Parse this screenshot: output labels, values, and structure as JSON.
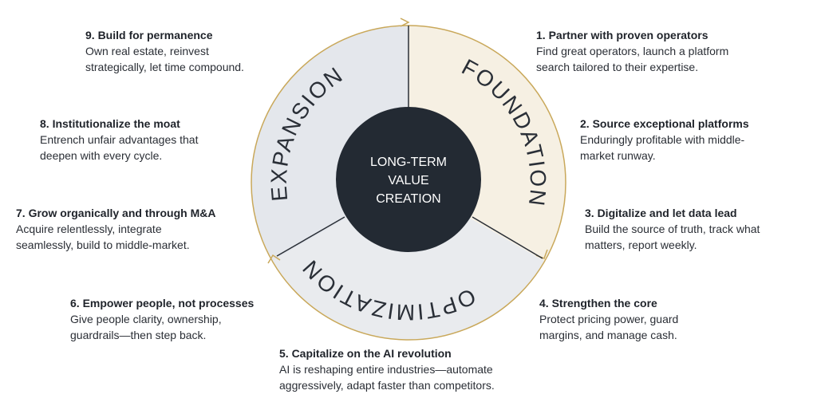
{
  "center": {
    "line1": "LONG-TERM",
    "line2": "VALUE",
    "line3": "CREATION"
  },
  "segments": {
    "foundation": "FOUNDATION",
    "optimization": "OPTIMIZATION",
    "expansion": "EXPANSION"
  },
  "colors": {
    "foundation_fill": "#f6f0e3",
    "other_fill": "#e7e9ed",
    "ring": "#c9a85a",
    "core": "#232a33",
    "divider": "#2a2f37"
  },
  "steps": [
    {
      "title": "1. Partner with proven operators",
      "desc1": "Find great operators, launch a platform",
      "desc2": "search tailored to their expertise."
    },
    {
      "title": "2. Source exceptional platforms",
      "desc1": "Enduringly profitable with middle-",
      "desc2": "market runway."
    },
    {
      "title": "3. Digitalize and let data lead",
      "desc1": "Build the source of truth, track what",
      "desc2": "matters, report weekly."
    },
    {
      "title": "4. Strengthen the core",
      "desc1": "Protect pricing power, guard",
      "desc2": "margins, and manage cash."
    },
    {
      "title": "5. Capitalize on the AI revolution",
      "desc1": "AI is reshaping entire industries—automate",
      "desc2": "aggressively, adapt faster than competitors."
    },
    {
      "title": "6. Empower people, not processes",
      "desc1": "Give people clarity, ownership,",
      "desc2": "guardrails—then step back."
    },
    {
      "title": "7. Grow organically and through M&A",
      "desc1": "Acquire relentlessly, integrate",
      "desc2": "seamlessly, build to middle-market."
    },
    {
      "title": "8. Institutionalize the moat",
      "desc1": "Entrench unfair advantages that",
      "desc2": "deepen with every cycle."
    },
    {
      "title": "9. Build for permanence",
      "desc1": "Own real estate, reinvest",
      "desc2": "strategically, let time compound."
    }
  ]
}
